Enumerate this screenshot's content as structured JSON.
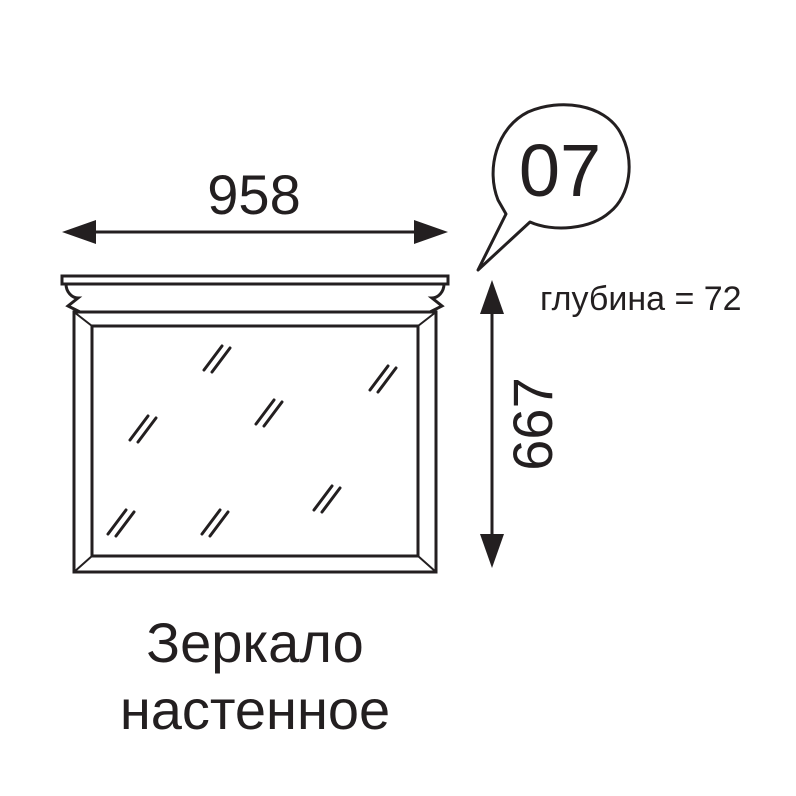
{
  "product": {
    "item_number": "07",
    "name_line_1": "Зеркало",
    "name_line_2": "настенное"
  },
  "dimensions": {
    "width": "958",
    "height": "667",
    "depth_label": "глубина = 72"
  },
  "colors": {
    "line": "#231f20",
    "background": "#ffffff"
  }
}
